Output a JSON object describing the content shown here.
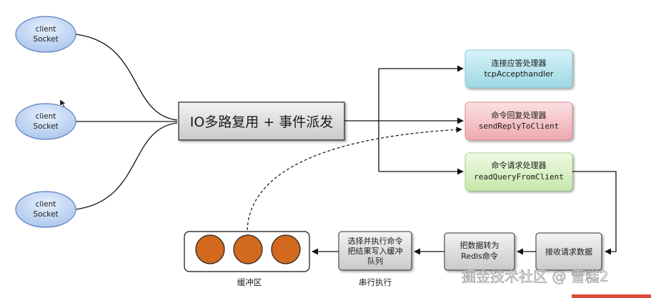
{
  "clients": [
    {
      "line1": "client",
      "line2": "Socket"
    },
    {
      "line1": "client",
      "line2": "Socket"
    },
    {
      "line1": "client",
      "line2": "Socket"
    }
  ],
  "multiplexer": {
    "label": "IO多路复用 + 事件派发"
  },
  "handlers": {
    "accept": {
      "title": "连接应答处理器",
      "func": "tcpAccepthandler",
      "color": "#b9e6ee"
    },
    "reply": {
      "title": "命令回复处理器",
      "func": "sendReplyToClient",
      "color": "#f4c4c8"
    },
    "query": {
      "title": "命令请求处理器",
      "func": "readQueryFromClient",
      "color": "#dcf2c6"
    }
  },
  "pipeline": {
    "receive": {
      "label": "接收请求数据"
    },
    "convert": {
      "line1": "把数据转为",
      "line2": "Redis命令"
    },
    "execute": {
      "line1": "选择并执行命令",
      "line2": "把结果写入缓冲",
      "line3": "队列"
    },
    "execute_caption": "串行执行",
    "buffer_caption": "缓冲区"
  },
  "colors": {
    "client_fill": "#c4d8f4",
    "client_stroke": "#5b80c0",
    "box_gray": "#e2e2e2",
    "buffer_ball": "#d2691e"
  },
  "watermark": "掘金技术社区 @ 雪糕2"
}
